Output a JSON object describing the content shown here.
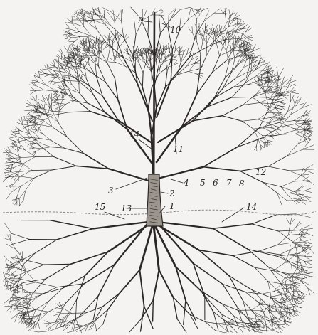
{
  "image": {
    "kind": "hand-drawn botanical sketch",
    "paper_color": "#f4f3f1",
    "ink_color": "#2a2724"
  },
  "labels": [
    {
      "id": "1",
      "text": "1"
    },
    {
      "id": "2",
      "text": "2"
    },
    {
      "id": "3",
      "text": "3"
    },
    {
      "id": "4",
      "text": "4"
    },
    {
      "id": "5",
      "text": "5"
    },
    {
      "id": "6",
      "text": "6"
    },
    {
      "id": "7",
      "text": "7"
    },
    {
      "id": "8",
      "text": "8"
    },
    {
      "id": "9",
      "text": "9"
    },
    {
      "id": "10",
      "text": "10"
    },
    {
      "id": "11",
      "text": "11"
    },
    {
      "id": "12",
      "text": "12"
    },
    {
      "id": "13",
      "text": "13"
    },
    {
      "id": "14a",
      "text": "14"
    },
    {
      "id": "14b",
      "text": "14"
    },
    {
      "id": "15",
      "text": "15"
    }
  ]
}
